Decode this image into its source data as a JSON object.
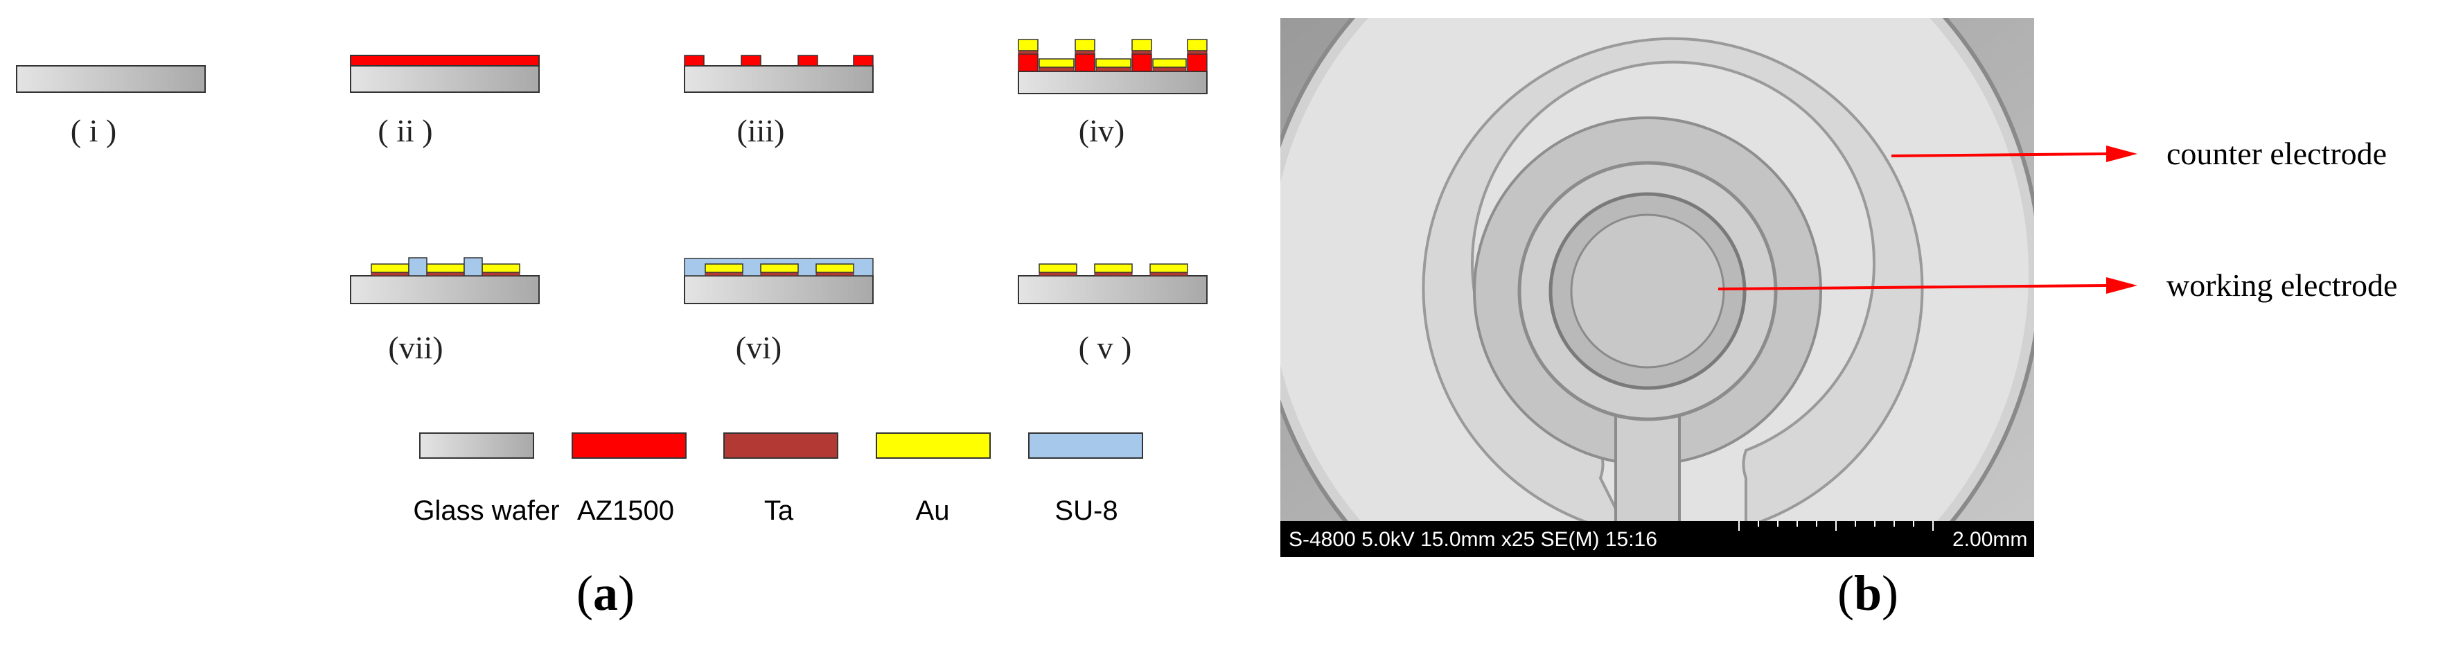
{
  "panels": {
    "a": "a",
    "b": "b"
  },
  "steps": [
    {
      "id": "i",
      "label": "( i )"
    },
    {
      "id": "ii",
      "label": "( ii )"
    },
    {
      "id": "iii",
      "label": "(iii)"
    },
    {
      "id": "iv",
      "label": "(iv)"
    },
    {
      "id": "v",
      "label": "( v )"
    },
    {
      "id": "vi",
      "label": "(vi)"
    },
    {
      "id": "vii",
      "label": "(vii)"
    }
  ],
  "legend": [
    {
      "label": "Glass wafer",
      "color": "#c9c9c9"
    },
    {
      "label": "AZ1500",
      "color": "#ff0000"
    },
    {
      "label": "Ta",
      "color": "#b33a34"
    },
    {
      "label": "Au",
      "color": "#ffff00"
    },
    {
      "label": "SU-8",
      "color": "#a6c8ea"
    }
  ],
  "sem": {
    "callouts": [
      "counter electrode",
      "working electrode"
    ],
    "info_bar": "S-4800 5.0kV 15.0mm x25 SE(M) 15:16",
    "scale": "2.00mm"
  }
}
